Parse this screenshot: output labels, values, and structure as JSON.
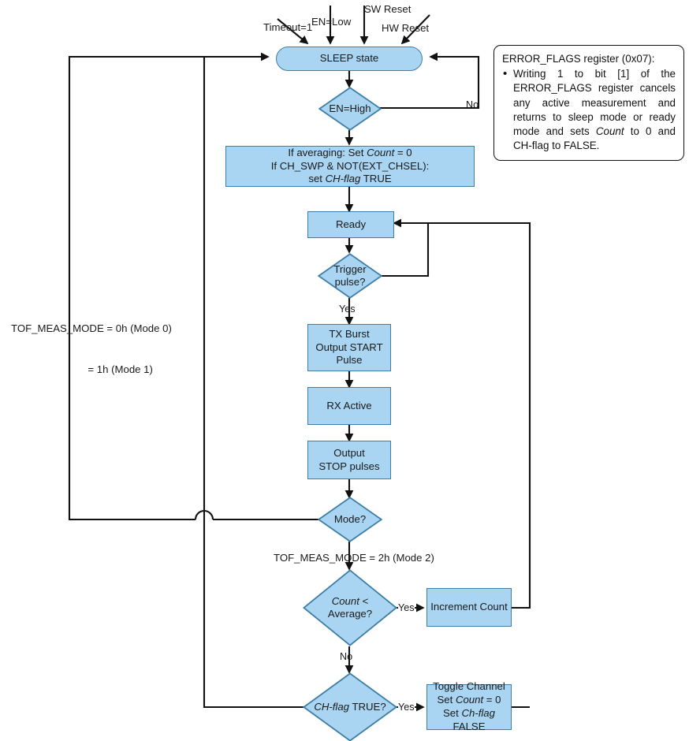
{
  "diagram": {
    "title": "TDC1000 Time-of-Flight measurement state flow",
    "colors": {
      "node_fill": "#a9d5f2",
      "node_border": "#3d7ea6",
      "wire": "#111111",
      "text": "#1a1a1a",
      "note_border": "#111111",
      "background": "#ffffff"
    }
  },
  "nodes": {
    "sleep_state": {
      "label": "SLEEP state",
      "shape": "terminator"
    },
    "en_high": {
      "label": "EN=High",
      "shape": "decision"
    },
    "averaging": {
      "line1": "If averaging: Set Count = 0",
      "line2": "If CH_SWP & NOT(EXT_CHSEL):",
      "line3": "set CH-flag TRUE",
      "shape": "process"
    },
    "ready": {
      "label": "Ready",
      "shape": "process"
    },
    "trigger_pulse": {
      "line1": "Trigger",
      "line2": "pulse?",
      "shape": "decision"
    },
    "tx_burst": {
      "line1": "TX Burst",
      "line2": "Output START",
      "line3": "Pulse",
      "shape": "process"
    },
    "rx_active": {
      "label": "RX Active",
      "shape": "process"
    },
    "output_stop": {
      "line1": "Output",
      "line2": "STOP pulses",
      "shape": "process"
    },
    "mode": {
      "label": "Mode?",
      "shape": "decision"
    },
    "count_average": {
      "line1": "Count <",
      "line2": "Average?",
      "shape": "decision"
    },
    "increment_count": {
      "label": "Increment Count",
      "shape": "process"
    },
    "ch_flag_true": {
      "label": "CH-flag TRUE?",
      "shape": "decision"
    },
    "toggle_channel": {
      "line1": "Toggle Channel",
      "line2": "Set Count = 0",
      "line3": "Set Ch-flag FALSE",
      "shape": "process"
    }
  },
  "inputs": {
    "timeout": "Timeout=1",
    "en_low": "EN=Low",
    "sw_reset": "SW Reset",
    "hw_reset": "HW Reset"
  },
  "edge_labels": {
    "en_high_no": "No",
    "trigger_yes": "Yes",
    "count_average_yes": "Yes",
    "count_average_no": "No",
    "ch_flag_yes": "Yes"
  },
  "annotations": {
    "mode_01_line1": "TOF_MEAS_MODE = 0h (Mode 0)",
    "mode_01_line2": "= 1h (Mode 1)",
    "mode_2": "TOF_MEAS_MODE = 2h (Mode 2)"
  },
  "note": {
    "title": "ERROR_FLAGS register (0x07):",
    "bullets": [
      "Writing 1 to bit [1] of the ERROR_FLAGS register cancels any active measurement and returns to sleep mode or ready mode and sets Count to 0 and CH-flag to FALSE."
    ]
  }
}
